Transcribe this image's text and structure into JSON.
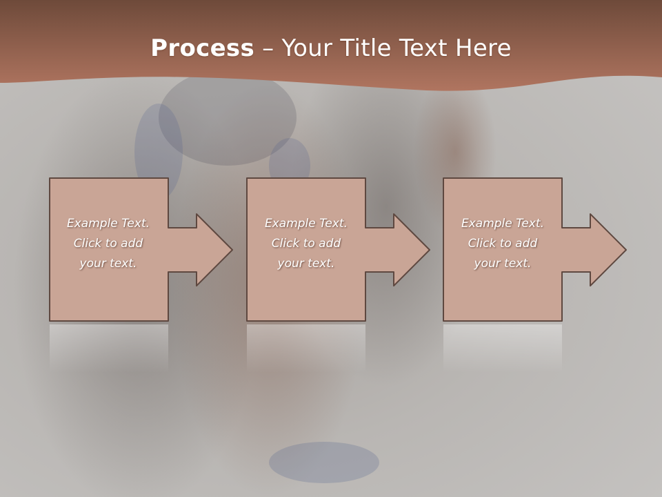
{
  "slide": {
    "title_bold": "Process",
    "title_rest": " – Your Title Text Here"
  },
  "steps": [
    {
      "line1": "Example Text.",
      "line2": "Click  to add",
      "line3": "your text."
    },
    {
      "line1": "Example Text.",
      "line2": "Click  to add",
      "line3": "your text."
    },
    {
      "line1": "Example Text.",
      "line2": "Click  to add",
      "line3": "your text."
    }
  ],
  "colors": {
    "banner_top": "#6e4a3a",
    "banner_bottom": "#b07560",
    "box_fill": "#c9a596",
    "box_stroke": "#5e4840",
    "background": "#c4c2c0"
  }
}
